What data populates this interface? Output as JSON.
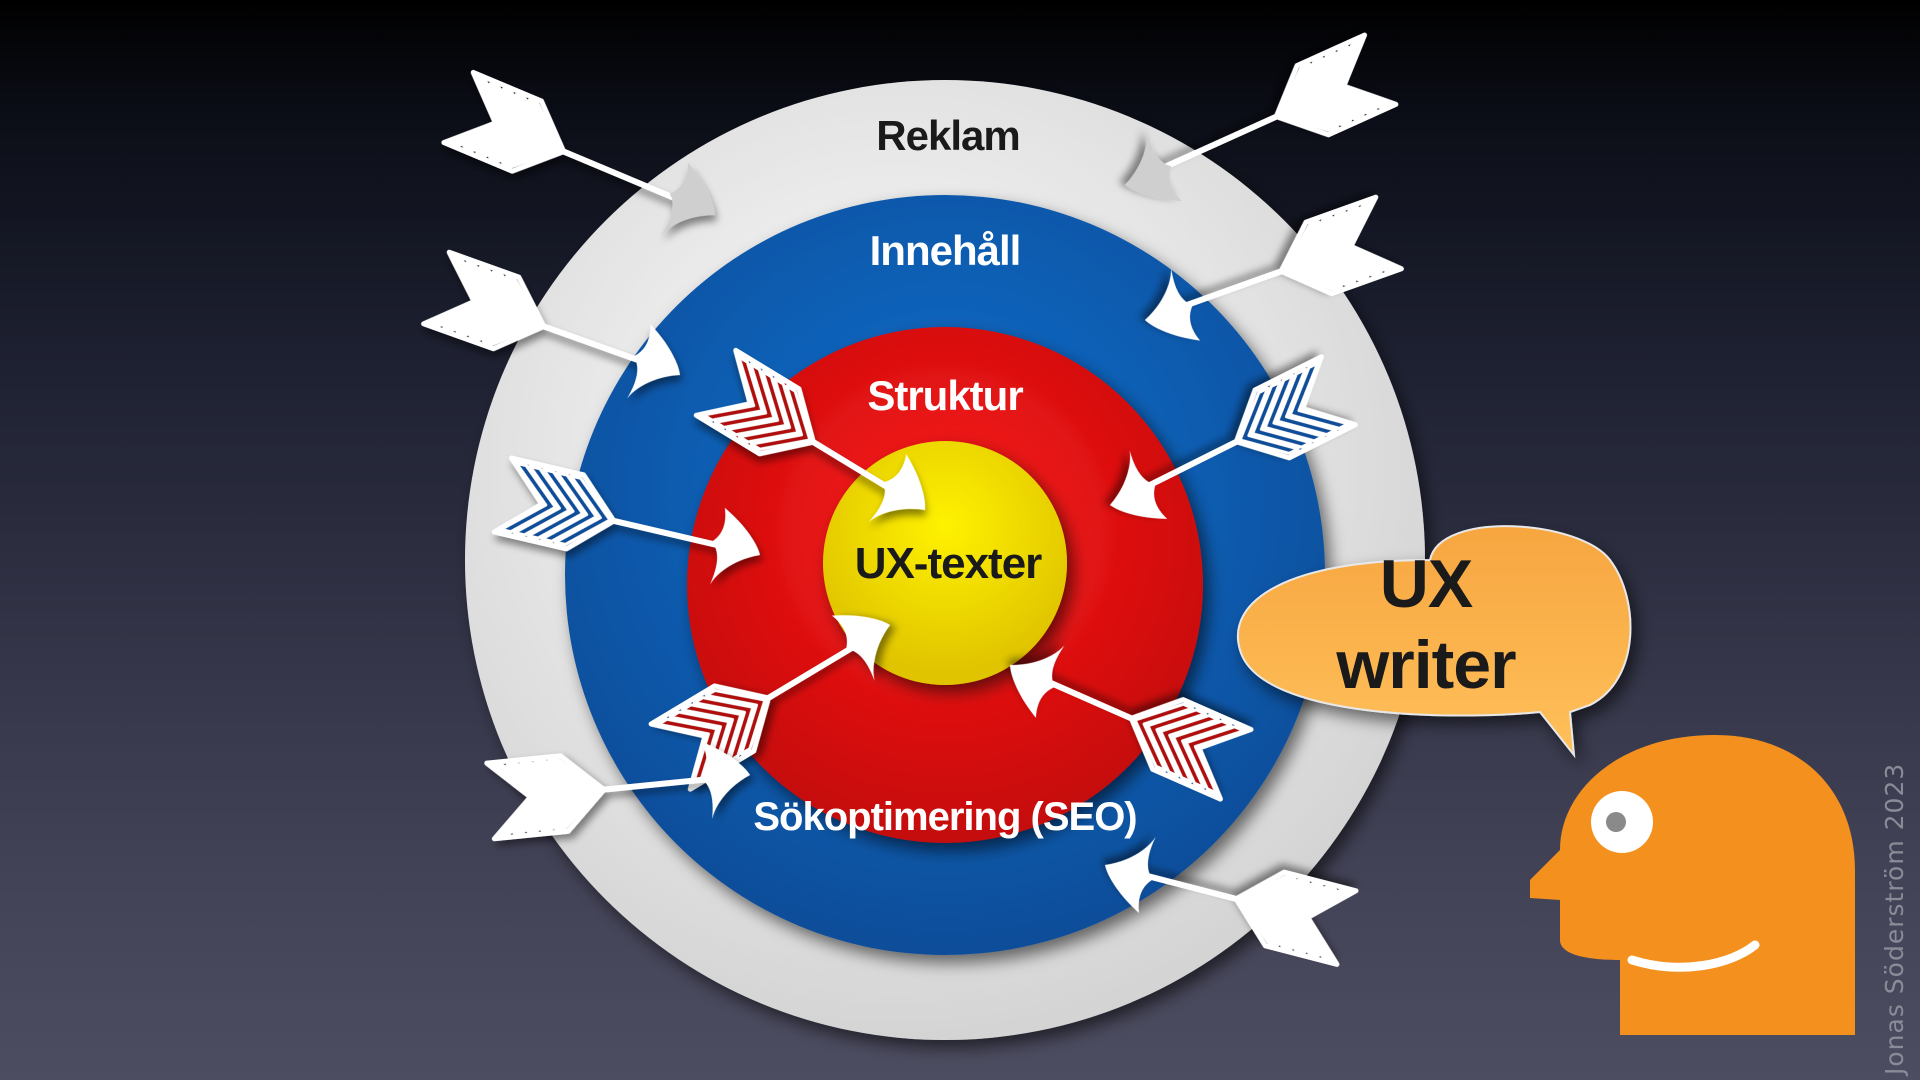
{
  "target": {
    "rings": [
      {
        "key": "outer",
        "label": "Reklam",
        "color": "#ececec",
        "label_color": "#1a1a1a"
      },
      {
        "key": "blue",
        "label": "Innehåll",
        "color": "#0d5cb5",
        "label_color": "#ffffff"
      },
      {
        "key": "red",
        "label": "Struktur",
        "color": "#e11414",
        "label_color": "#ffffff"
      },
      {
        "key": "center",
        "label": "UX-texter",
        "color": "#f0d800",
        "label_color": "#1a1a1a"
      }
    ],
    "bottom_label": "Sökoptimering (SEO)"
  },
  "speech_bubble": {
    "line1": "UX",
    "line2": "writer",
    "color": "#f9a63a"
  },
  "head": {
    "color": "#f4901e",
    "eye_color": "#ffffff",
    "pupil_color": "#8a8a8a"
  },
  "credit": "Jonas Söderström 2023"
}
